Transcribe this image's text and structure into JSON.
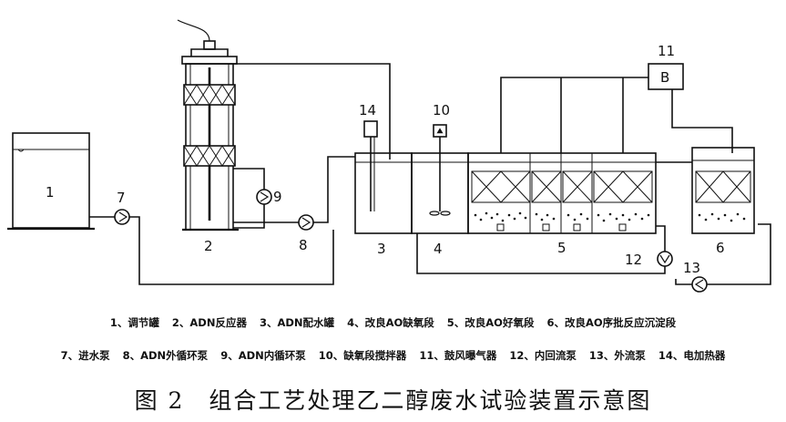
{
  "labels": {
    "tank1": "1",
    "reactor2": "2",
    "tank3": "3",
    "section4": "4",
    "section5": "5",
    "section6": "6",
    "pump7": "7",
    "pump8": "8",
    "pump9": "9",
    "mixer10": "10",
    "blower11": "11",
    "pump12": "12",
    "pump13": "13",
    "heater14": "14",
    "blower_letter": "B"
  },
  "legend": {
    "row1": [
      "1、调节罐",
      "2、ADN反应器",
      "3、ADN配水罐",
      "4、改良AO缺氧段",
      "5、改良AO好氧段",
      "6、改良AO序批反应沉淀段"
    ],
    "row2": [
      "7、进水泵",
      "8、ADN外循环泵",
      "9、ADN内循环泵",
      "10、缺氧段搅拌器",
      "11、鼓风曝气器",
      "12、内回流泵",
      "13、外流泵",
      "14、电加热器"
    ]
  },
  "caption": "图 2　组合工艺处理乙二醇废水试验装置示意图"
}
